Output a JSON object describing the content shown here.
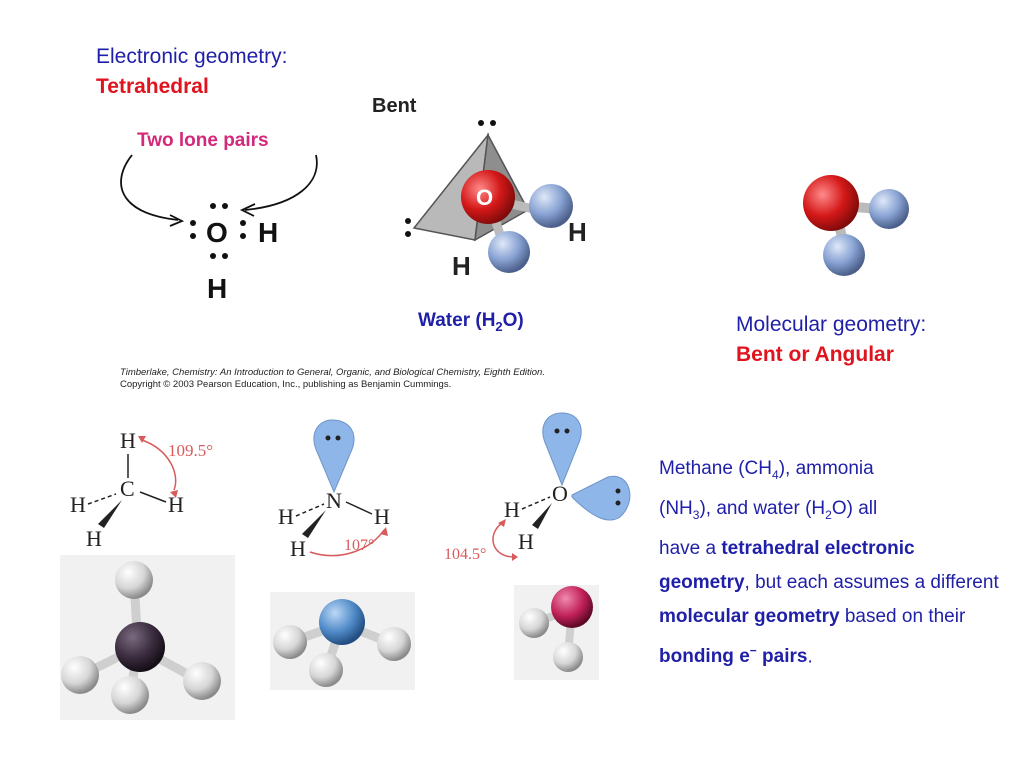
{
  "electronic_geometry": {
    "label": "Electronic geometry:",
    "value": "Tetrahedral"
  },
  "lewis": {
    "lone_pairs_label": "Two lone pairs",
    "center_atom": "O",
    "right_atom": "H",
    "bottom_atom": "H"
  },
  "model3d": {
    "title": "Bent",
    "center_atom": "O",
    "right_h": "H",
    "bottom_h": "H"
  },
  "water_caption": {
    "prefix": "Water (H",
    "sub": "2",
    "suffix": "O)"
  },
  "molecular_geometry": {
    "label": "Molecular geometry:",
    "value": "Bent or Angular"
  },
  "credit": {
    "line1": "Timberlake, Chemistry: An Introduction to General, Organic, and Biological Chemistry, Eighth Edition.",
    "line2": "Copyright © 2003 Pearson Education, Inc., publishing as Benjamin Cummings."
  },
  "methane": {
    "angle": "109.5°",
    "c": "C",
    "h": "H"
  },
  "ammonia": {
    "angle": "107°",
    "n": "N",
    "h": "H"
  },
  "water_small": {
    "angle": "104.5°",
    "o": "O",
    "h": "H"
  },
  "description": {
    "p1": "Methane (CH",
    "sub1": "4",
    "p2": "), ammonia",
    "p3": "(NH",
    "sub2": "3",
    "p4": "), and water (H",
    "sub3": "2",
    "p5": "O) all",
    "p6": "have a ",
    "b1": "tetrahedral electronic geometry",
    "p7": ", but each assumes a different ",
    "b2": "molecular geometry",
    "p8": " based on their ",
    "b3": "bonding e",
    "sup": "−",
    "b4": " pairs",
    "p9": "."
  },
  "colors": {
    "text_blue": "#1f1fa8",
    "accent_red": "#e0141e",
    "label_magenta": "#d4287a"
  }
}
